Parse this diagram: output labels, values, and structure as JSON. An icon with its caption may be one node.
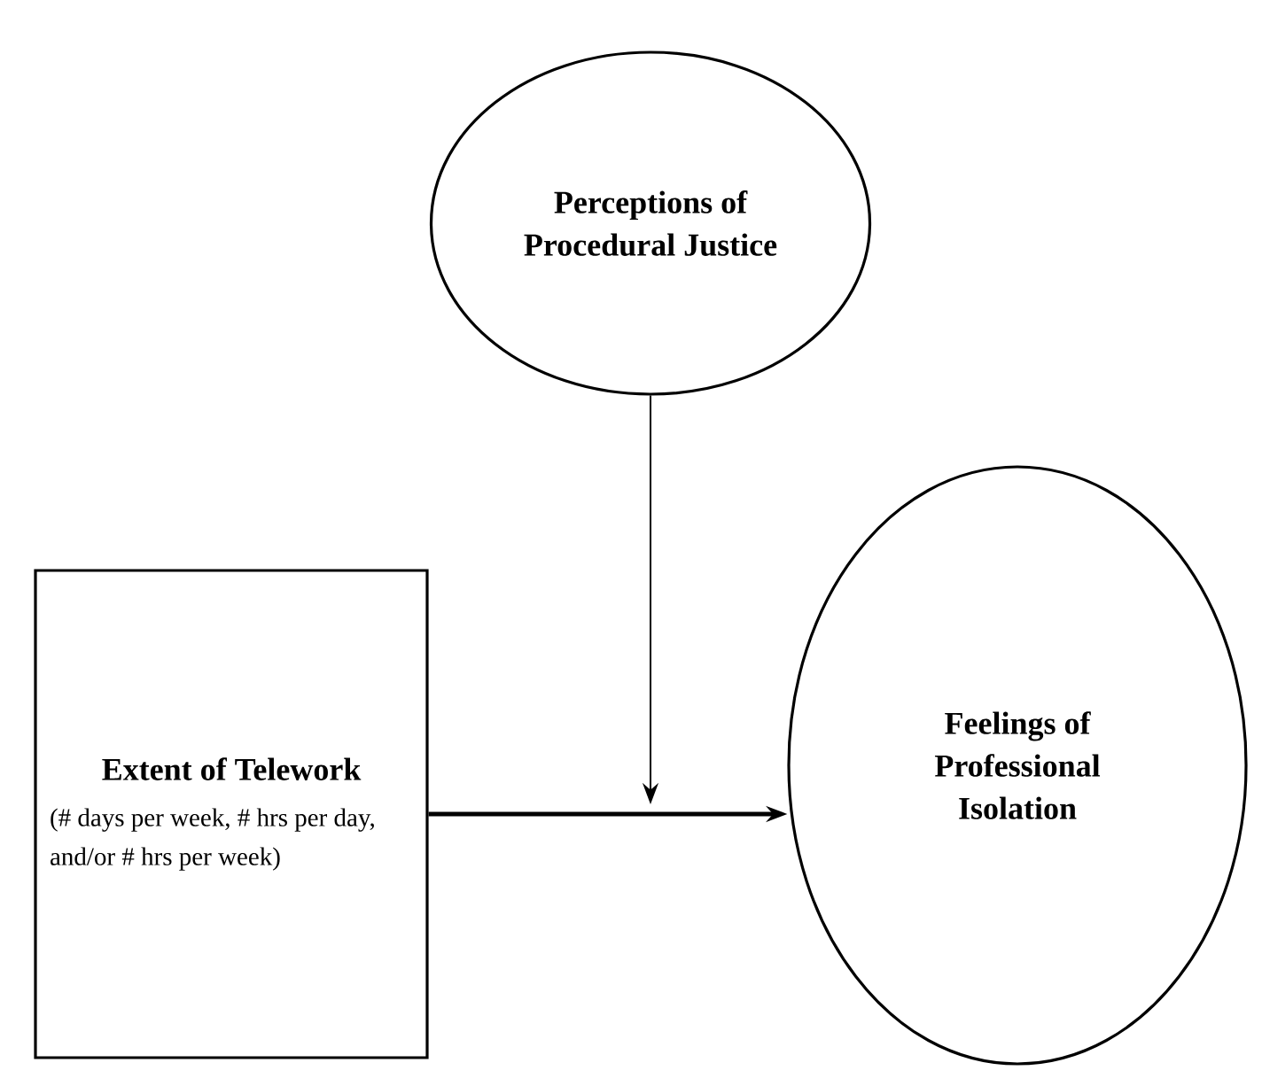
{
  "diagram": {
    "nodes": [
      {
        "text": [
          "Perceptions of Procedural Justice"
        ]
      },
      {
        "text": [
          "Extent of Telework",
          "(# days per week, # hrs per day, and/or # hrs per week)"
        ]
      },
      {
        "text": [
          "Feelings of Professional Isolation"
        ]
      }
    ],
    "edges": [
      {
        "from": 0,
        "to": null,
        "arrow": "to"
      },
      {
        "from": 1,
        "to": 2,
        "arrow": "to",
        "style": "thick"
      }
    ]
  }
}
